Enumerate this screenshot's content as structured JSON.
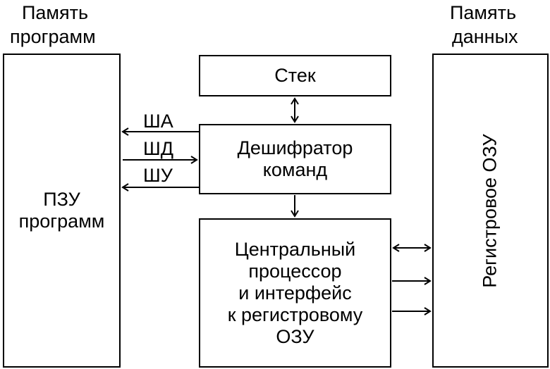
{
  "headers": {
    "program_memory": [
      "Память",
      "программ"
    ],
    "data_memory": [
      "Память",
      "данных"
    ]
  },
  "blocks": {
    "rom": [
      "ПЗУ",
      "программ"
    ],
    "stack": "Стек",
    "decoder": [
      "Дешифратор",
      "команд"
    ],
    "cpu": [
      "Центральный",
      "процессор",
      "и интерфейс",
      "к  регистровому",
      "ОЗУ"
    ],
    "register_ram": "Регистровое  ОЗУ"
  },
  "buses": {
    "address": "ША",
    "data": "ШД",
    "control": "ШУ"
  }
}
